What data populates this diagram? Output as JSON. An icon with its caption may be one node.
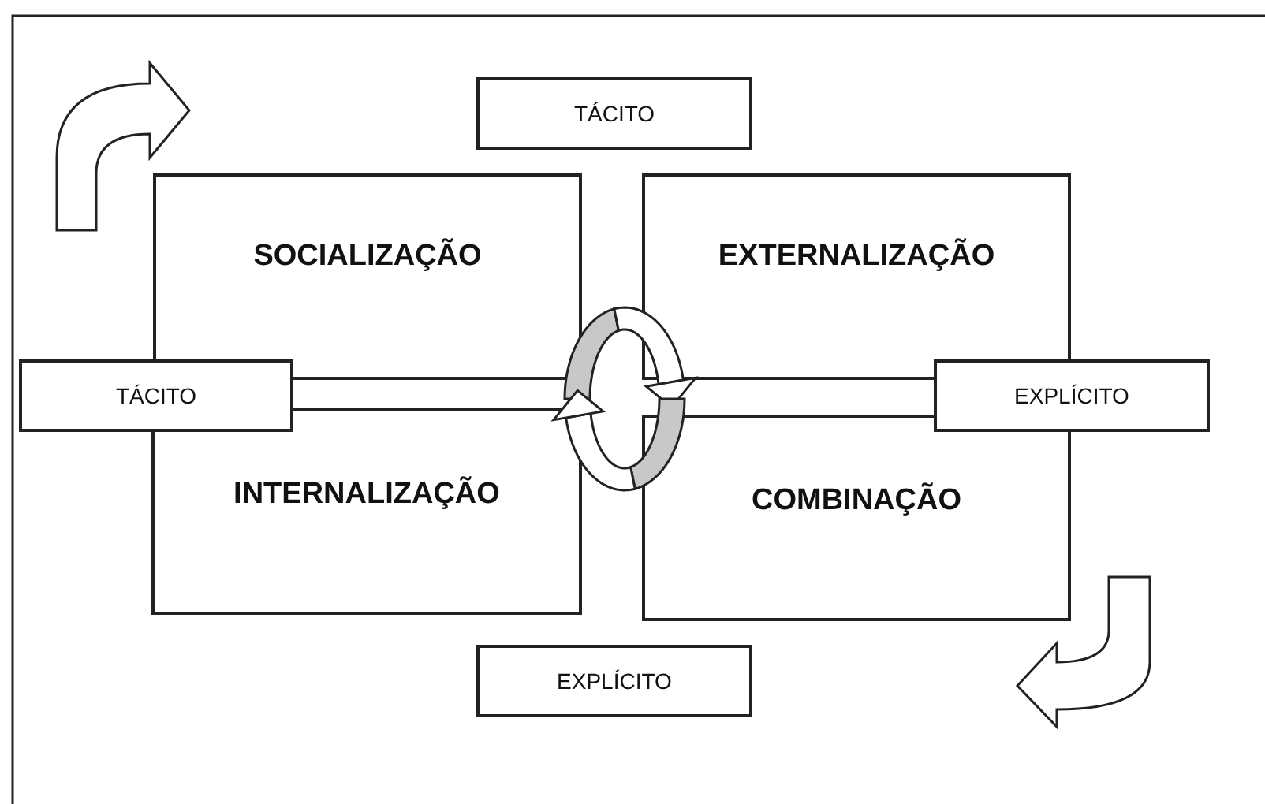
{
  "diagram": {
    "nodes": [
      {
        "text": [
          "TÁCITO"
        ]
      },
      {
        "text": [
          "SOCIALIZAÇÃO"
        ]
      },
      {
        "text": [
          "EXTERNALIZAÇÃO"
        ]
      },
      {
        "text": [
          "TÁCITO"
        ]
      },
      {
        "text": [
          "EXPLÍCITO"
        ]
      },
      {
        "text": [
          "INTERNALIZAÇÃO"
        ]
      },
      {
        "text": [
          "COMBINAÇÃO"
        ]
      },
      {
        "text": [
          "EXPLÍCITO"
        ]
      }
    ]
  }
}
